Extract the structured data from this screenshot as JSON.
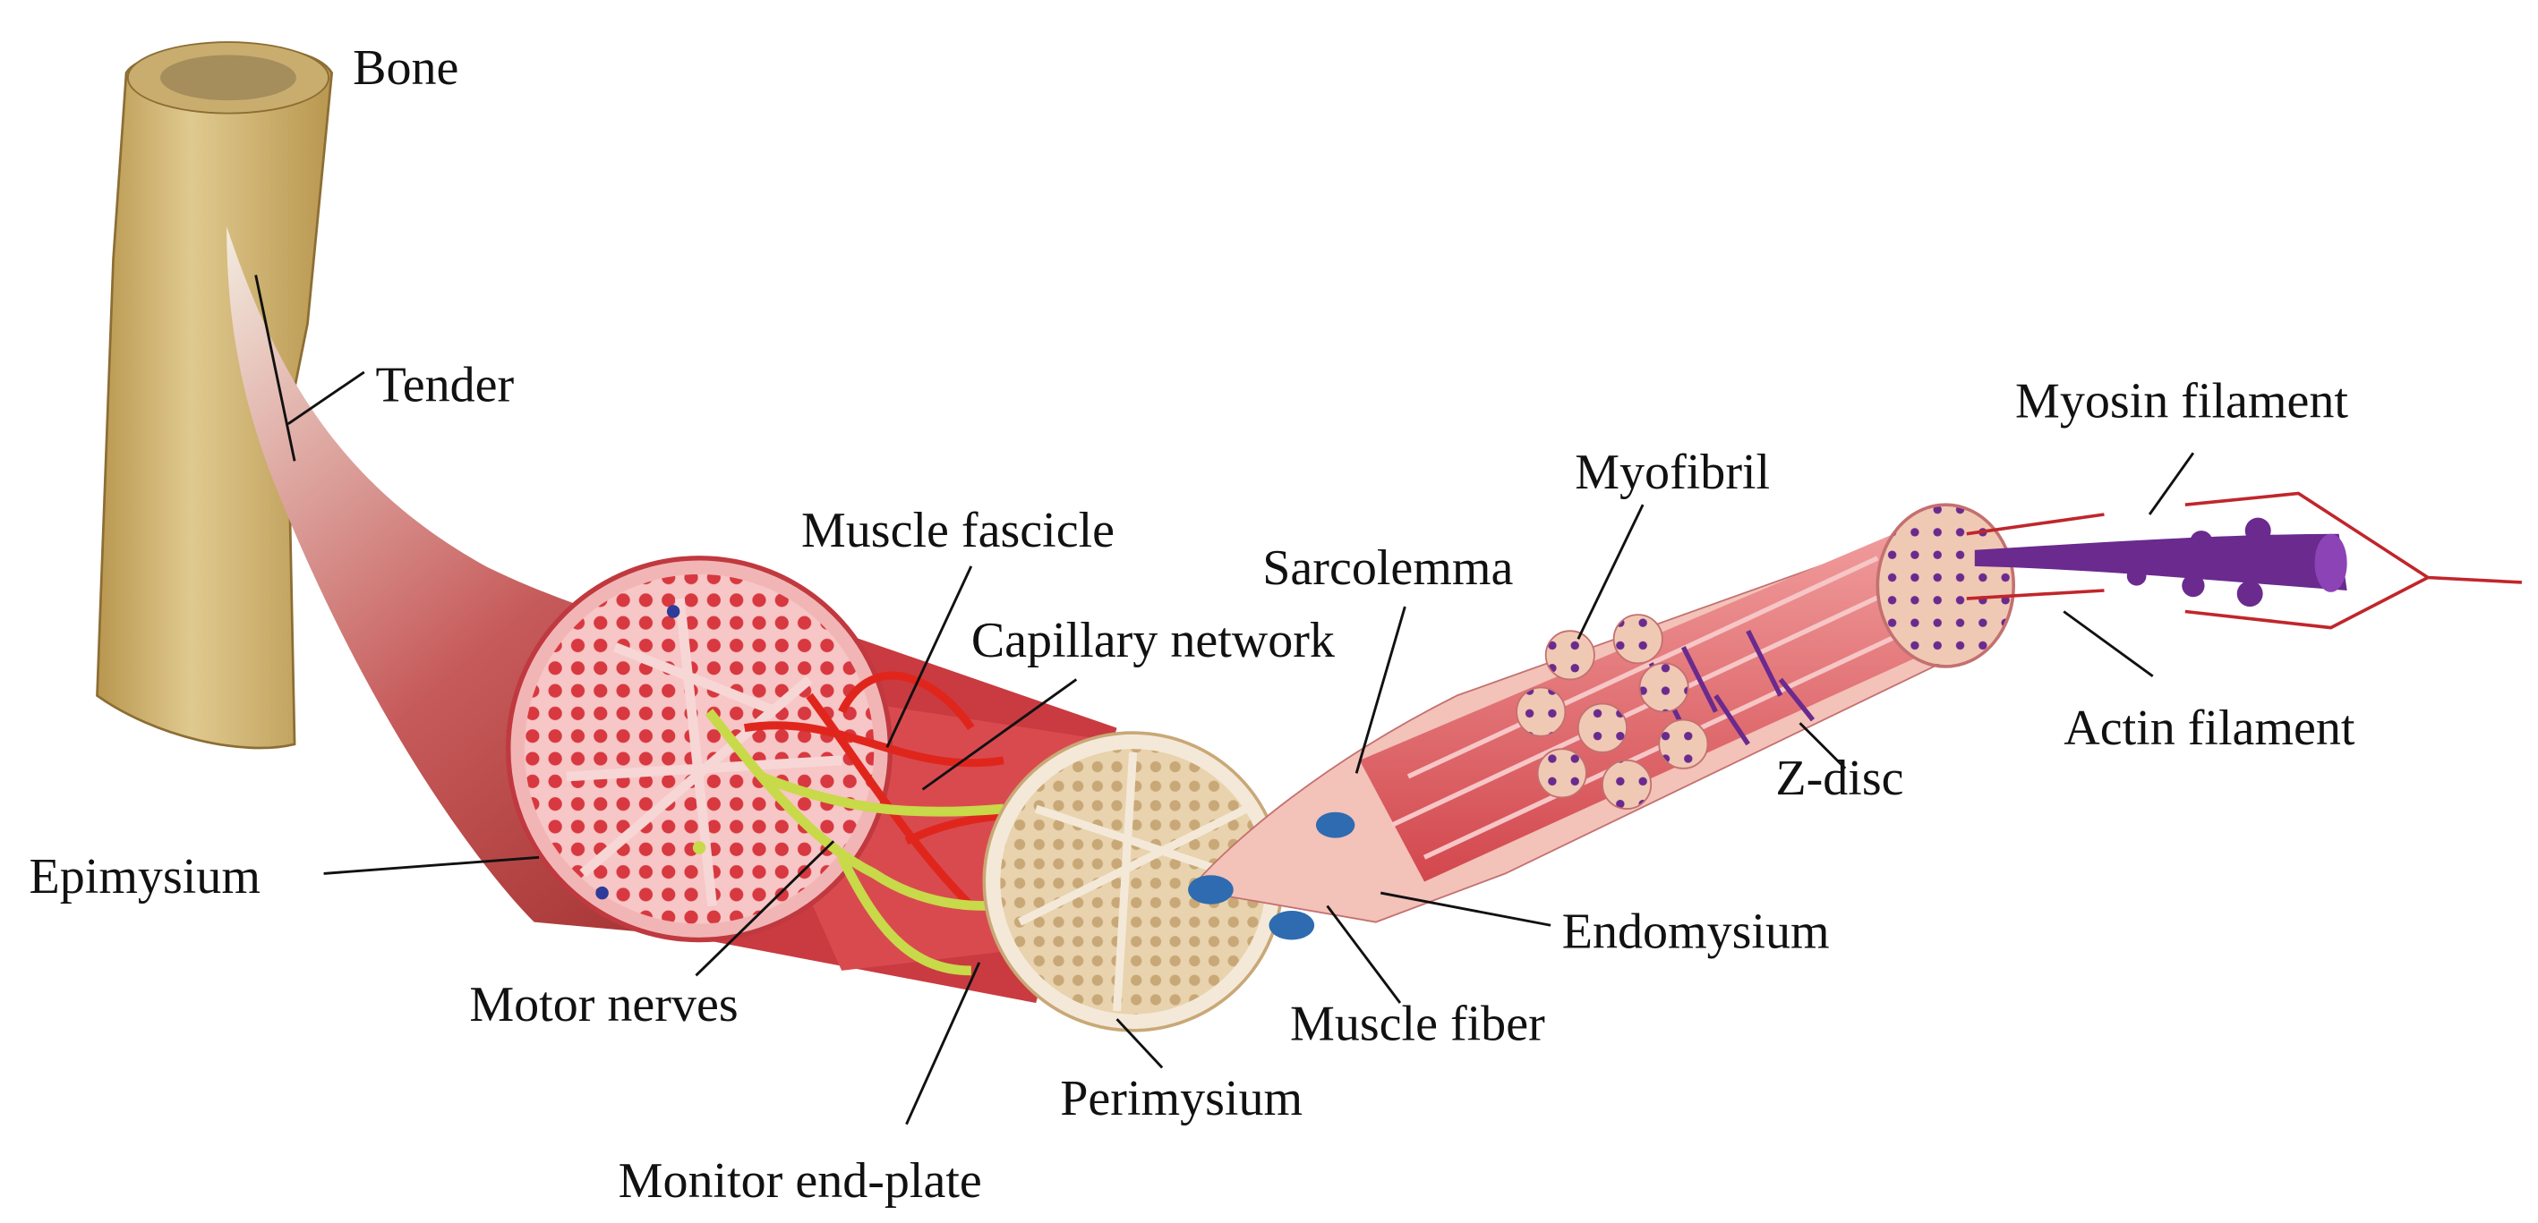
{
  "labels": {
    "bone": "Bone",
    "tender": "Tender",
    "muscle_fascicle": "Muscle fascicle",
    "myofibril": "Myofibril",
    "myosin_filament": "Myosin filament",
    "sarcolemma": "Sarcolemma",
    "capillary_network": "Capillary network",
    "actin_filament": "Actin filament",
    "z_disc": "Z-disc",
    "epimysium": "Epimysium",
    "endomysium": "Endomysium",
    "motor_nerves": "Motor nerves",
    "muscle_fiber": "Muscle fiber",
    "perimysium": "Perimysium",
    "monitor_end_plate": "Monitor end-plate"
  },
  "colors": {
    "bone": "#c9ad6e",
    "muscle_dark": "#9b1c1c",
    "muscle": "#d94a4f",
    "muscle_light": "#f2b5b5",
    "nerve": "#c8d94a",
    "capillary": "#e0261c",
    "fascicle_tan": "#e8d3ae",
    "myosin": "#6a2a8e"
  }
}
